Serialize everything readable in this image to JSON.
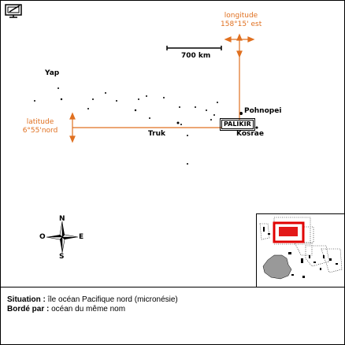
{
  "labels": {
    "yap": "Yap",
    "truk": "Truk",
    "pohnpei": "Pohnopei",
    "kosrae": "Kosrae",
    "capital": "PALIKIR",
    "scale": "700 km"
  },
  "longitude": {
    "line1": "longitude",
    "line2": "158°15' est"
  },
  "latitude": {
    "line1": "latitude",
    "line2": "6°55'nord"
  },
  "compass": {
    "n": "N",
    "s": "S",
    "e": "E",
    "w": "O"
  },
  "footer": {
    "situation_label": "Situation :",
    "situation_value": " île océan Pacifique nord (micronésie)",
    "border_label": "Bordé par :",
    "border_value": " océan du même nom"
  },
  "colors": {
    "accent": "#e07020",
    "highlight": "#e00000",
    "land": "#999999"
  },
  "icons": {
    "tool": "display-icon"
  }
}
